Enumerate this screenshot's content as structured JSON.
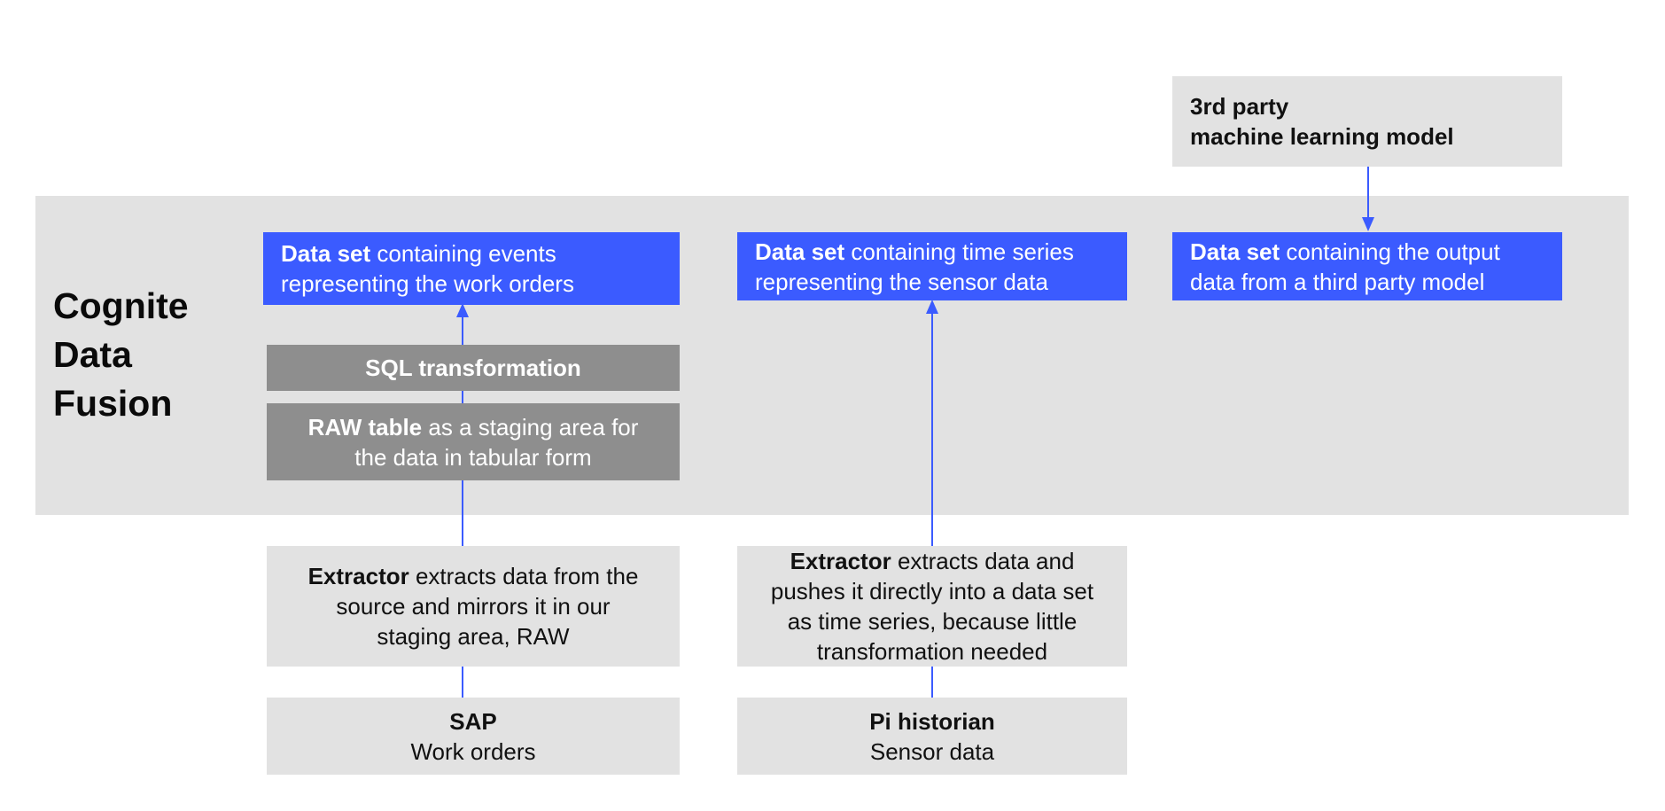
{
  "panel": {
    "title_line1": "Cognite",
    "title_line2": "Data",
    "title_line3": "Fusion"
  },
  "colors": {
    "accent_blue": "#3b5bff",
    "panel_gray": "#e2e2e2",
    "dark_gray": "#8e8e8e"
  },
  "columns": {
    "sap": {
      "dataset_bold": "Data set",
      "dataset_rest_line1": " containing events",
      "dataset_line2": "representing the work orders",
      "transform_label": "SQL transformation",
      "raw_bold": "RAW table",
      "raw_rest_line1": " as a staging area for",
      "raw_line2": "the data in tabular form",
      "extractor_bold": "Extractor",
      "extractor_rest_line1": " extracts data from the",
      "extractor_line2": "source and mirrors it in our",
      "extractor_line3": "staging area, RAW",
      "source_title": "SAP",
      "source_subtitle": "Work orders"
    },
    "pi": {
      "dataset_bold": "Data set",
      "dataset_rest_line1": " containing time series",
      "dataset_line2": "representing the sensor data",
      "extractor_bold": "Extractor",
      "extractor_rest_line1": " extracts data and",
      "extractor_line2": "pushes it directly into a data set",
      "extractor_line3": "as time series, because little",
      "extractor_line4": "transformation needed",
      "source_title": "Pi historian",
      "source_subtitle": "Sensor data"
    },
    "ml": {
      "dataset_bold": "Data set",
      "dataset_rest_line1": " containing the output",
      "dataset_line2": "data from a third party model",
      "source_line1": "3rd party",
      "source_line2": "machine learning model"
    }
  }
}
